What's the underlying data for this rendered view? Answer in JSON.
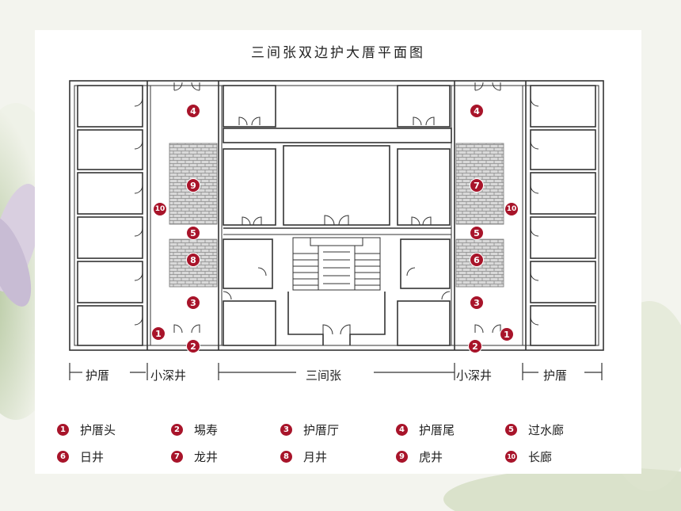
{
  "title": "三间张双边护大厝平面图",
  "sections": {
    "left_wing": "护厝",
    "left_well": "小深井",
    "center": "三间张",
    "right_well": "小深井",
    "right_wing": "护厝"
  },
  "legend": [
    {
      "num": "1",
      "label": "护厝头"
    },
    {
      "num": "2",
      "label": "埸寿"
    },
    {
      "num": "3",
      "label": "护厝厅"
    },
    {
      "num": "4",
      "label": "护厝尾"
    },
    {
      "num": "5",
      "label": "过水廊"
    },
    {
      "num": "6",
      "label": "日井"
    },
    {
      "num": "7",
      "label": "龙井"
    },
    {
      "num": "8",
      "label": "月井"
    },
    {
      "num": "9",
      "label": "虎井"
    },
    {
      "num": "10",
      "label": "长廊"
    }
  ],
  "colors": {
    "marker": "#a8142a",
    "line": "#333333",
    "brick": "#b9b9b9"
  }
}
